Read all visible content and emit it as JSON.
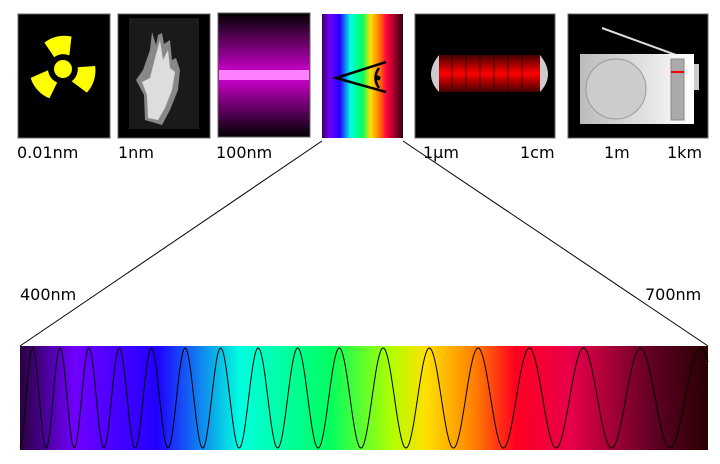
{
  "scale_labels": {
    "gamma": "0.01nm",
    "xray": "1nm",
    "uv": "100nm",
    "ir_start": "1µm",
    "microwave": "1cm",
    "radio_short": "1m",
    "radio_long": "1km"
  },
  "visible_range": {
    "start_label": "400nm",
    "end_label": "700nm"
  },
  "panels": [
    {
      "icon": "radiation-icon"
    },
    {
      "icon": "xray-hand-icon"
    },
    {
      "icon": "uv-lamp-icon"
    },
    {
      "icon": "eye-visible-spectrum-icon"
    },
    {
      "icon": "microwave-magnetron-icon"
    },
    {
      "icon": "radio-icon"
    }
  ],
  "colors": {
    "background": "#ffffff",
    "panel": "#000000",
    "radiation": "#ffff00"
  }
}
